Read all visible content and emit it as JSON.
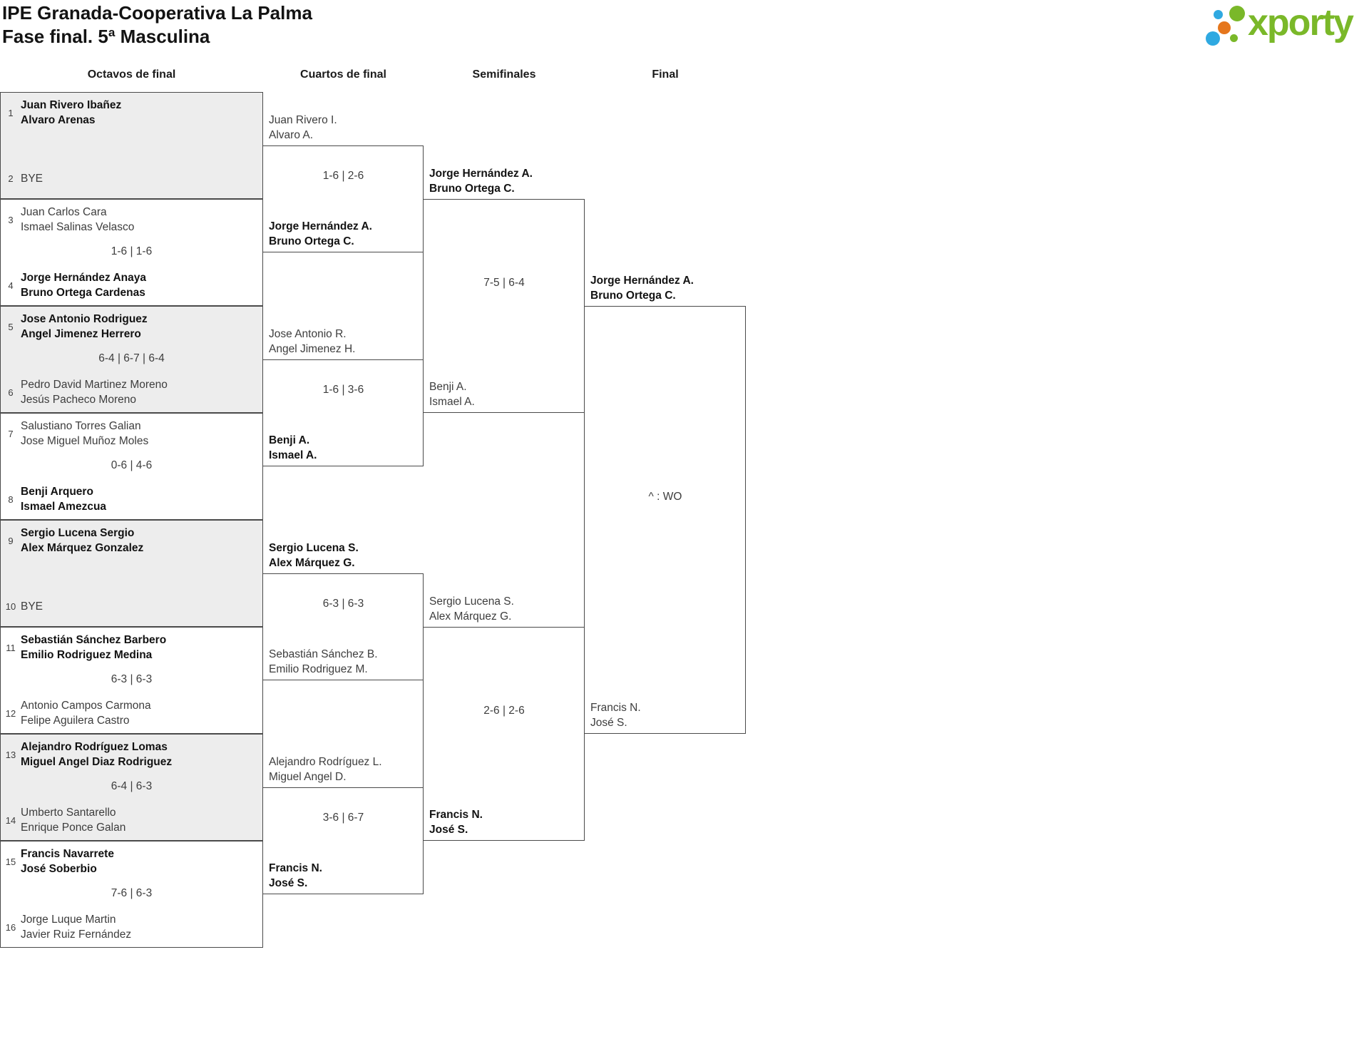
{
  "header": {
    "title_line1": "IPE Granada-Cooperativa La Palma",
    "title_line2": "Fase final. 5ª Masculina"
  },
  "logo": {
    "brand": "xporty",
    "green": "#7ab829",
    "orange": "#e5761c",
    "blue": "#2fa9e1"
  },
  "columns": [
    "Octavos de final",
    "Cuartos de final",
    "Semifinales",
    "Final"
  ],
  "octavos": [
    {
      "shaded": true,
      "score": "",
      "teams": [
        {
          "seed": "1",
          "lines": [
            "Juan Rivero Ibañez",
            "Alvaro Arenas"
          ],
          "bold": true
        },
        {
          "seed": "2",
          "lines": [
            "BYE"
          ],
          "bold": false
        }
      ]
    },
    {
      "shaded": false,
      "score": "1-6 | 1-6",
      "teams": [
        {
          "seed": "3",
          "lines": [
            "Juan Carlos Cara",
            "Ismael Salinas Velasco"
          ],
          "bold": false
        },
        {
          "seed": "4",
          "lines": [
            "Jorge Hernández Anaya",
            "Bruno Ortega Cardenas"
          ],
          "bold": true
        }
      ]
    },
    {
      "shaded": true,
      "score": "6-4 | 6-7 | 6-4",
      "teams": [
        {
          "seed": "5",
          "lines": [
            "Jose Antonio Rodriguez",
            "Angel Jimenez Herrero"
          ],
          "bold": true
        },
        {
          "seed": "6",
          "lines": [
            "Pedro David Martinez Moreno",
            "Jesús Pacheco Moreno"
          ],
          "bold": false
        }
      ]
    },
    {
      "shaded": false,
      "score": "0-6 | 4-6",
      "teams": [
        {
          "seed": "7",
          "lines": [
            "Salustiano Torres Galian",
            "Jose Miguel Muñoz Moles"
          ],
          "bold": false
        },
        {
          "seed": "8",
          "lines": [
            "Benji Arquero",
            "Ismael Amezcua"
          ],
          "bold": true
        }
      ]
    },
    {
      "shaded": true,
      "score": "",
      "teams": [
        {
          "seed": "9",
          "lines": [
            "Sergio Lucena Sergio",
            "Alex Márquez Gonzalez"
          ],
          "bold": true
        },
        {
          "seed": "10",
          "lines": [
            "BYE"
          ],
          "bold": false
        }
      ]
    },
    {
      "shaded": false,
      "score": "6-3 | 6-3",
      "teams": [
        {
          "seed": "11",
          "lines": [
            "Sebastián Sánchez Barbero",
            "Emilio Rodriguez Medina"
          ],
          "bold": true
        },
        {
          "seed": "12",
          "lines": [
            "Antonio Campos Carmona",
            "Felipe Aguilera Castro"
          ],
          "bold": false
        }
      ]
    },
    {
      "shaded": true,
      "score": "6-4 | 6-3",
      "teams": [
        {
          "seed": "13",
          "lines": [
            "Alejandro Rodríguez Lomas",
            "Miguel Angel Diaz Rodriguez"
          ],
          "bold": true
        },
        {
          "seed": "14",
          "lines": [
            "Umberto Santarello",
            "Enrique Ponce Galan"
          ],
          "bold": false
        }
      ]
    },
    {
      "shaded": false,
      "score": "7-6 | 6-3",
      "teams": [
        {
          "seed": "15",
          "lines": [
            "Francis Navarrete",
            "José Soberbio"
          ],
          "bold": true
        },
        {
          "seed": "16",
          "lines": [
            "Jorge Luque Martin",
            "Javier Ruiz Fernández"
          ],
          "bold": false
        }
      ]
    }
  ],
  "cuartos": [
    {
      "score": "1-6 | 2-6",
      "upper": {
        "lines": [
          "Juan Rivero I.",
          "Alvaro A."
        ],
        "bold": false
      },
      "lower": {
        "lines": [
          "Jorge Hernández A.",
          "Bruno Ortega C."
        ],
        "bold": true
      }
    },
    {
      "score": "1-6 | 3-6",
      "upper": {
        "lines": [
          "Jose Antonio R.",
          "Angel Jimenez H."
        ],
        "bold": false
      },
      "lower": {
        "lines": [
          "Benji A.",
          "Ismael A."
        ],
        "bold": true
      }
    },
    {
      "score": "6-3 | 6-3",
      "upper": {
        "lines": [
          "Sergio Lucena S.",
          "Alex Márquez G."
        ],
        "bold": true
      },
      "lower": {
        "lines": [
          "Sebastián Sánchez B.",
          "Emilio Rodriguez M."
        ],
        "bold": false
      }
    },
    {
      "score": "3-6 | 6-7",
      "upper": {
        "lines": [
          "Alejandro Rodríguez L.",
          "Miguel Angel D."
        ],
        "bold": false
      },
      "lower": {
        "lines": [
          "Francis N.",
          "José S."
        ],
        "bold": true
      }
    }
  ],
  "semifinales": [
    {
      "score": "7-5 | 6-4",
      "upper": {
        "lines": [
          "Jorge Hernández A.",
          "Bruno Ortega C."
        ],
        "bold": true
      },
      "lower": {
        "lines": [
          "Benji A.",
          "Ismael A."
        ],
        "bold": false
      }
    },
    {
      "score": "2-6 | 2-6",
      "upper": {
        "lines": [
          "Sergio Lucena S.",
          "Alex Márquez G."
        ],
        "bold": false
      },
      "lower": {
        "lines": [
          "Francis N.",
          "José S."
        ],
        "bold": true
      }
    }
  ],
  "final": [
    {
      "score": "^ : WO",
      "upper": {
        "lines": [
          "Jorge Hernández A.",
          "Bruno Ortega C."
        ],
        "bold": true
      },
      "lower": {
        "lines": [
          "Francis N.",
          "José S."
        ],
        "bold": false
      }
    }
  ]
}
